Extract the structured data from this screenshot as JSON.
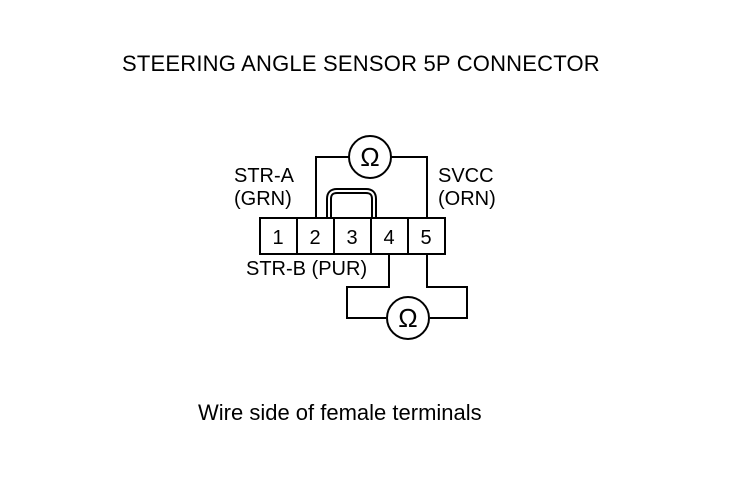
{
  "title": "STEERING ANGLE SENSOR 5P CONNECTOR",
  "labels": {
    "str_a": "STR-A",
    "str_a_color": "(GRN)",
    "svcc": "SVCC",
    "svcc_color": "(ORN)",
    "str_b": "STR-B (PUR)"
  },
  "connector": {
    "terminals": [
      "1",
      "2",
      "3",
      "4",
      "5"
    ]
  },
  "meters": {
    "symbol": "Ω",
    "upper_icon": "ohmmeter-icon",
    "lower_icon": "ohmmeter-icon"
  },
  "caption": "Wire side of female terminals"
}
